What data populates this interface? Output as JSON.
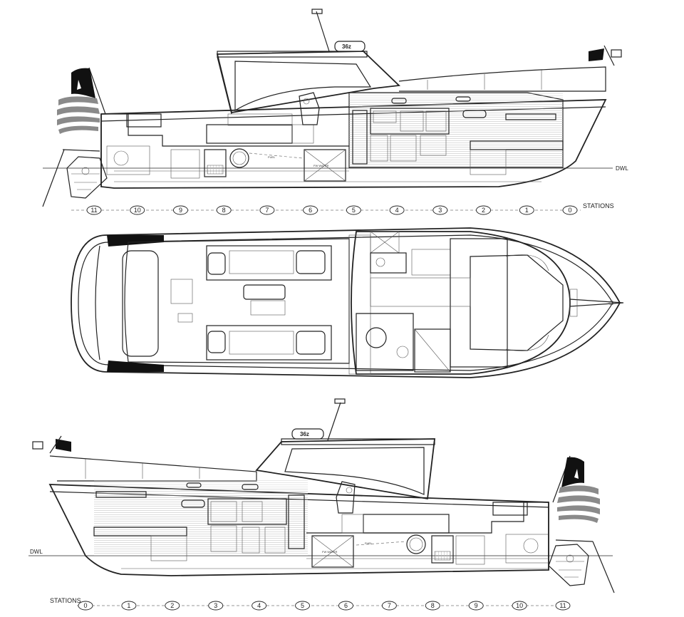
{
  "drawing": {
    "model_badge": "36z",
    "waterline_label": "DWL",
    "stations_label": "STATIONS",
    "stations_top": [
      "11",
      "10",
      "9",
      "8",
      "7",
      "6",
      "5",
      "4",
      "3",
      "2",
      "1",
      "0"
    ],
    "stations_bottom": [
      "0",
      "1",
      "2",
      "3",
      "4",
      "5",
      "6",
      "7",
      "8",
      "9",
      "10",
      "11"
    ],
    "tank_labels": [
      "FUEL",
      "FW WATER"
    ]
  },
  "colors": {
    "line": "#222222",
    "hatch": "#9a9a9a",
    "flag_stripe": "#8a8a8a",
    "flag_canton": "#111111",
    "hull_tint": "#f4f4f4"
  },
  "views": [
    "profile-starboard",
    "plan-deck",
    "profile-port"
  ]
}
